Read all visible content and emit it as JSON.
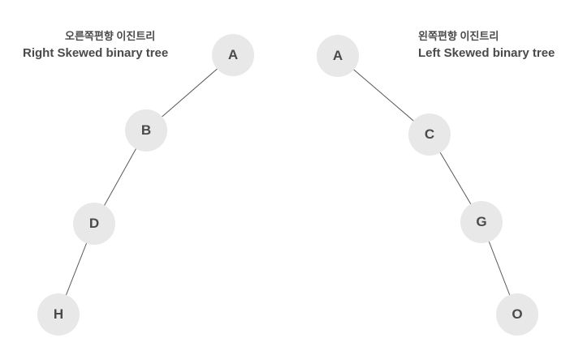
{
  "colors": {
    "background": "#ffffff",
    "node_fill": "#e8e8e8",
    "node_text": "#4a4a4a",
    "edge_stroke": "#585858",
    "title_text": "#4a4a4a"
  },
  "left_tree": {
    "title_ko": "오른쪽편향 이진트리",
    "title_en": "Right Skewed binary tree",
    "nodes": [
      {
        "label": "A"
      },
      {
        "label": "B"
      },
      {
        "label": "D"
      },
      {
        "label": "H"
      }
    ],
    "edges": [
      "A-B",
      "B-D",
      "D-H"
    ]
  },
  "right_tree": {
    "title_ko": "왼쪽편향 이진트리",
    "title_en": "Left Skewed binary tree",
    "nodes": [
      {
        "label": "A"
      },
      {
        "label": "C"
      },
      {
        "label": "G"
      },
      {
        "label": "O"
      }
    ],
    "edges": [
      "A-C",
      "C-G",
      "G-O"
    ]
  }
}
